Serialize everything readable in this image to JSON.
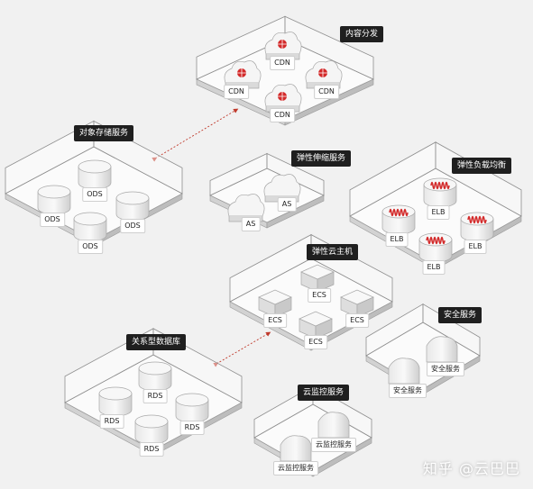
{
  "groups": {
    "cdn": {
      "title": "内容分发",
      "item": "CDN"
    },
    "oss": {
      "title": "对象存储服务",
      "item": "ODS"
    },
    "as": {
      "title": "弹性伸缩服务",
      "item": "AS"
    },
    "elb": {
      "title": "弹性负载均衡",
      "item": "ELB"
    },
    "ecs": {
      "title": "弹性云主机",
      "item": "ECS"
    },
    "rds": {
      "title": "关系型数据库",
      "item": "RDS"
    },
    "sec": {
      "title": "安全服务",
      "item": "安全服务"
    },
    "mon": {
      "title": "云监控服务",
      "item": "云监控服务"
    }
  },
  "watermark": "知乎 @云巴巴",
  "colors": {
    "accent": "#d32a2a",
    "link": "#c0392b",
    "panel_edge": "#9a9a9a",
    "panel_top": "#ffffff"
  },
  "icons": [
    "cdn-globe-icon",
    "database-cylinder-icon",
    "cloud-icon",
    "server-box-icon",
    "shield-icon",
    "waveform-icon"
  ]
}
